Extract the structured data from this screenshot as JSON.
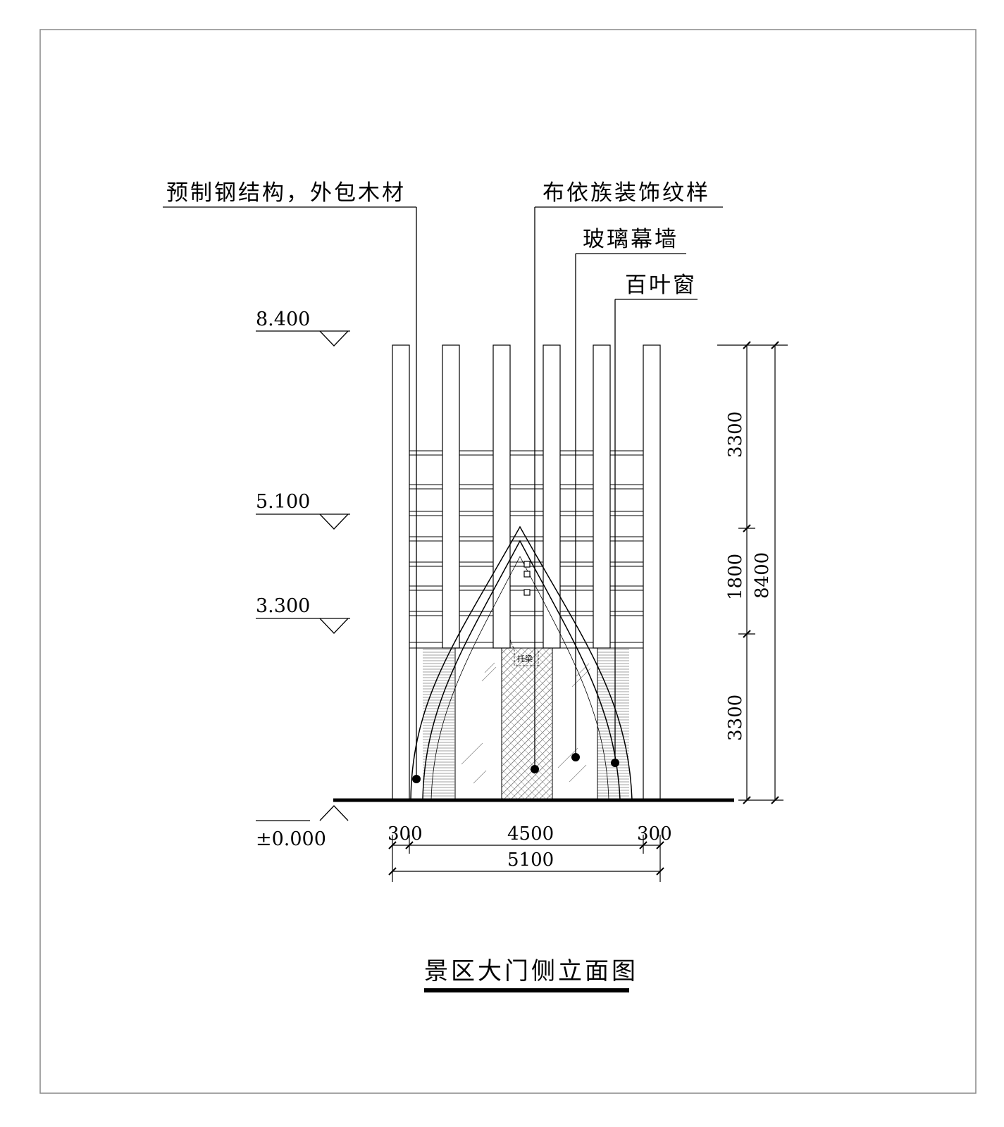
{
  "drawing": {
    "title": "景区大门侧立面图",
    "callouts": {
      "steel_structure": "预制钢结构，外包木材",
      "buyi_pattern": "布依族装饰纹样",
      "glass_curtain_wall": "玻璃幕墙",
      "louver_window": "百叶窗"
    },
    "small_label": "托梁",
    "elevations": {
      "top": "8.400",
      "upper": "5.100",
      "middle": "3.300",
      "ground": "±0.000"
    },
    "vertical_dimensions": {
      "upper_segment": "3300",
      "middle_segment": "1800",
      "lower_segment": "3300",
      "total": "8400"
    },
    "horizontal_dimensions": {
      "left_column": "300",
      "center_span": "4500",
      "right_column": "300",
      "total": "5100"
    }
  }
}
